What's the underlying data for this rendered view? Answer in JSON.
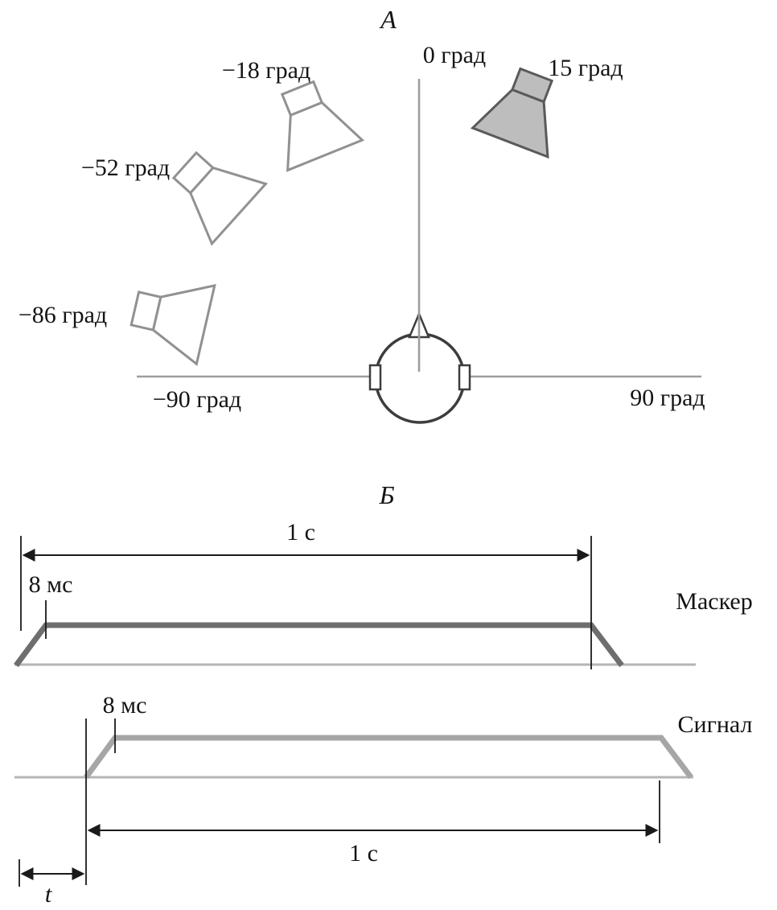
{
  "panel_a": {
    "title": "А",
    "axis_labels": {
      "top": "0 град",
      "left_end": "−90 град",
      "right_end": "90 град"
    },
    "speakers": [
      {
        "label": "15 град",
        "angle_deg": 15,
        "style": "filled"
      },
      {
        "label": "−18 град",
        "angle_deg": -18,
        "style": "outline"
      },
      {
        "label": "−52 град",
        "angle_deg": -52,
        "style": "outline"
      },
      {
        "label": "−86 град",
        "angle_deg": -86,
        "style": "outline"
      }
    ]
  },
  "panel_b": {
    "title": "Б",
    "masker": {
      "name": "Маскер",
      "duration_label": "1 с",
      "ramp_label": "8 мс"
    },
    "signal": {
      "name": "Сигнал",
      "duration_label": "1 с",
      "ramp_label": "8 мс"
    },
    "delay_label": "t"
  },
  "colors": {
    "axis_gray": "#9d9d9d",
    "head_outline": "#3d3d3d",
    "speaker_outline": "#919191",
    "speaker_active_fill": "#bdbdbd",
    "speaker_active_outline": "#5a5a5a",
    "masker_envelope": "#6e6e6e",
    "signal_envelope": "#a6a6a6",
    "baseline_gray": "#b5b5b5",
    "measure_line": "#1a1a1a",
    "text": "#141414"
  }
}
